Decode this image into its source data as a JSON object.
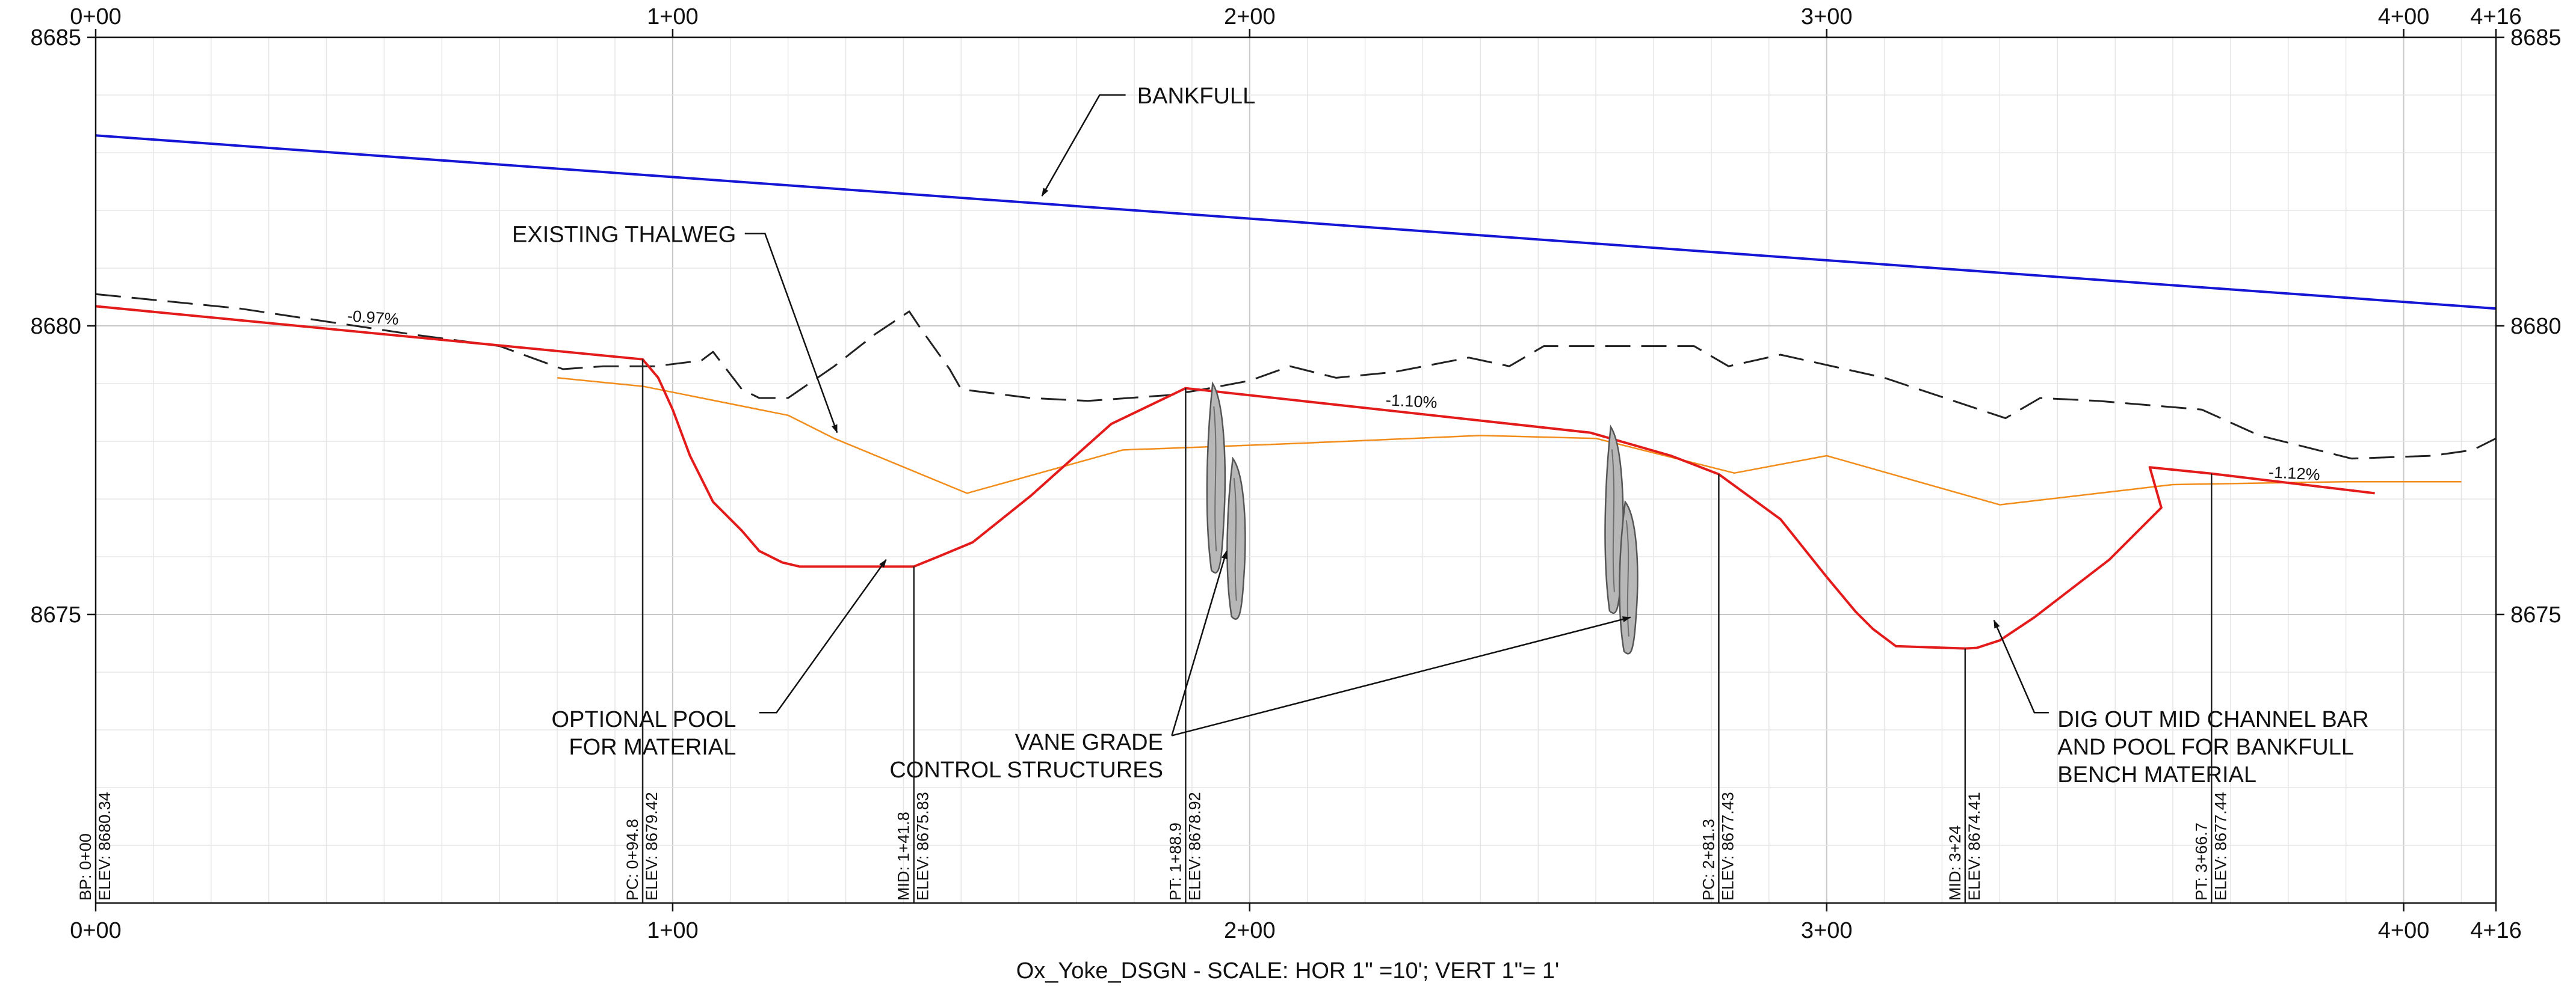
{
  "chart_data": {
    "type": "line",
    "title": "Ox_Yoke_DSGN - SCALE: HOR 1\" =10'; VERT 1\"= 1'",
    "xlabel": "",
    "ylabel": "",
    "xlim": [
      0,
      416
    ],
    "ylim": [
      8670,
      8685
    ],
    "grid": true,
    "x_ticks": [
      {
        "x": 0,
        "label": "0+00"
      },
      {
        "x": 100,
        "label": "1+00"
      },
      {
        "x": 200,
        "label": "2+00"
      },
      {
        "x": 300,
        "label": "3+00"
      },
      {
        "x": 400,
        "label": "4+00"
      },
      {
        "x": 416,
        "label": "4+16"
      }
    ],
    "y_ticks": [
      {
        "y": 8675,
        "label": "8675"
      },
      {
        "y": 8680,
        "label": "8680"
      },
      {
        "y": 8685,
        "label": "8685"
      }
    ],
    "series": [
      {
        "key": "bankfull",
        "color": "#1515d6",
        "dash": false,
        "points": [
          [
            0,
            8683.3
          ],
          [
            416,
            8680.3
          ]
        ]
      },
      {
        "key": "existing",
        "color": "#222222",
        "dash": true,
        "points": [
          [
            0,
            8680.55
          ],
          [
            25,
            8680.3
          ],
          [
            55,
            8679.85
          ],
          [
            70,
            8679.65
          ],
          [
            81,
            8679.25
          ],
          [
            88,
            8679.3
          ],
          [
            97,
            8679.3
          ],
          [
            105,
            8679.4
          ],
          [
            107,
            8679.55
          ],
          [
            112,
            8678.9
          ],
          [
            115,
            8678.75
          ],
          [
            120,
            8678.75
          ],
          [
            128,
            8679.3
          ],
          [
            135,
            8679.85
          ],
          [
            141,
            8680.25
          ],
          [
            143,
            8679.95
          ],
          [
            148,
            8679.25
          ],
          [
            150,
            8678.9
          ],
          [
            162,
            8678.75
          ],
          [
            172,
            8678.7
          ],
          [
            186,
            8678.8
          ],
          [
            192,
            8678.9
          ],
          [
            200,
            8679.05
          ],
          [
            207,
            8679.3
          ],
          [
            215,
            8679.1
          ],
          [
            225,
            8679.2
          ],
          [
            238,
            8679.45
          ],
          [
            245,
            8679.3
          ],
          [
            251,
            8679.65
          ],
          [
            263,
            8679.65
          ],
          [
            277,
            8679.65
          ],
          [
            283,
            8679.3
          ],
          [
            292,
            8679.5
          ],
          [
            310,
            8679.1
          ],
          [
            331,
            8678.4
          ],
          [
            337,
            8678.75
          ],
          [
            347,
            8678.7
          ],
          [
            365,
            8678.55
          ],
          [
            375,
            8678.1
          ],
          [
            391,
            8677.7
          ],
          [
            405,
            8677.75
          ],
          [
            412,
            8677.85
          ],
          [
            416,
            8678.05
          ]
        ]
      },
      {
        "key": "thalweg",
        "color": "#f28c1a",
        "dash": false,
        "points": [
          [
            80,
            8679.1
          ],
          [
            95,
            8678.95
          ],
          [
            120,
            8678.45
          ],
          [
            128,
            8678.05
          ],
          [
            151,
            8677.1
          ],
          [
            178,
            8677.85
          ],
          [
            205,
            8677.95
          ],
          [
            240,
            8678.1
          ],
          [
            260,
            8678.05
          ],
          [
            284,
            8677.45
          ],
          [
            300,
            8677.75
          ],
          [
            330,
            8676.9
          ],
          [
            360,
            8677.25
          ],
          [
            390,
            8677.3
          ],
          [
            410,
            8677.3
          ]
        ]
      },
      {
        "key": "design",
        "color": "#e31b1b",
        "dash": false,
        "points": [
          [
            0,
            8680.34
          ],
          [
            94.8,
            8679.42
          ],
          [
            97.5,
            8679.1
          ],
          [
            100,
            8678.55
          ],
          [
            103,
            8677.75
          ],
          [
            107,
            8676.95
          ],
          [
            112,
            8676.45
          ],
          [
            115,
            8676.1
          ],
          [
            119,
            8675.9
          ],
          [
            122,
            8675.83
          ],
          [
            141.8,
            8675.83
          ],
          [
            146,
            8676
          ],
          [
            152,
            8676.25
          ],
          [
            162,
            8677.05
          ],
          [
            176,
            8678.3
          ],
          [
            188.9,
            8678.92
          ],
          [
            259,
            8678.15
          ],
          [
            273,
            8677.75
          ],
          [
            281.3,
            8677.43
          ],
          [
            292,
            8676.65
          ],
          [
            300,
            8675.65
          ],
          [
            305,
            8675.05
          ],
          [
            308,
            8674.75
          ],
          [
            312,
            8674.45
          ],
          [
            324,
            8674.41
          ],
          [
            326,
            8674.42
          ],
          [
            330,
            8674.55
          ],
          [
            336,
            8674.95
          ],
          [
            349,
            8675.95
          ],
          [
            358,
            8676.85
          ],
          [
            356,
            8677.55
          ],
          [
            366.7,
            8677.44
          ],
          [
            395,
            8677.1
          ]
        ]
      }
    ],
    "stations": [
      {
        "x": 0,
        "top": 8670,
        "label1": "BP: 0+00",
        "label2": "ELEV: 8680.34"
      },
      {
        "x": 94.8,
        "top": 8679.42,
        "label1": "PC: 0+94.8",
        "label2": "ELEV: 8679.42"
      },
      {
        "x": 141.8,
        "top": 8675.83,
        "label1": "MID: 1+41.8",
        "label2": "ELEV: 8675.83"
      },
      {
        "x": 188.9,
        "top": 8678.92,
        "label1": "PT: 1+88.9",
        "label2": "ELEV: 8678.92"
      },
      {
        "x": 281.3,
        "top": 8677.43,
        "label1": "PC: 2+81.3",
        "label2": "ELEV: 8677.43"
      },
      {
        "x": 324,
        "top": 8674.41,
        "label1": "MID: 3+24",
        "label2": "ELEV: 8674.41"
      },
      {
        "x": 366.7,
        "top": 8677.44,
        "label1": "PT: 3+66.7",
        "label2": "ELEV: 8677.44"
      }
    ],
    "slopes": [
      {
        "x": 48,
        "y": 8680.05,
        "angle": 4,
        "label": "-0.97%"
      },
      {
        "x": 228,
        "y": 8678.6,
        "angle": 3,
        "label": "-1.10%"
      },
      {
        "x": 381,
        "y": 8677.35,
        "angle": 3,
        "label": "-1.12%"
      }
    ],
    "annotations": [
      {
        "key": "bankfull",
        "lines": [
          "BANKFULL"
        ],
        "tx": 180.5,
        "ty": 8684.0,
        "anchor": "start",
        "leader": [
          [
            178.5,
            8684.0
          ],
          [
            174,
            8684.0
          ],
          [
            164,
            8682.25
          ]
        ],
        "arrow": true
      },
      {
        "key": "thalweg",
        "lines": [
          "EXISTING THALWEG"
        ],
        "tx": 111,
        "ty": 8681.6,
        "anchor": "end",
        "leader": [
          [
            112.5,
            8681.6
          ],
          [
            116,
            8681.6
          ],
          [
            128.5,
            8678.15
          ]
        ],
        "arrow": true
      },
      {
        "key": "pool",
        "lines": [
          "OPTIONAL POOL",
          "FOR MATERIAL"
        ],
        "tx": 111,
        "ty": 8673.2,
        "anchor": "end",
        "leader": [
          [
            115,
            8673.3
          ],
          [
            118,
            8673.3
          ],
          [
            137,
            8675.95
          ]
        ],
        "arrow": true
      },
      {
        "key": "vane",
        "lines": [
          "VANE GRADE",
          "CONTROL STRUCTURES"
        ],
        "tx": 185,
        "ty": 8672.8,
        "anchor": "end",
        "leader": [
          [
            186.5,
            8672.9
          ],
          [
            196,
            8676.1
          ]
        ],
        "arrow": true
      },
      {
        "key": "vane2",
        "lines": [],
        "tx": 0,
        "ty": 0,
        "anchor": "start",
        "leader": [
          [
            186.5,
            8672.9
          ],
          [
            266,
            8674.95
          ]
        ],
        "arrow": true
      },
      {
        "key": "dig",
        "lines": [
          "DIG OUT MID CHANNEL BAR",
          "AND POOL FOR BANKFULL",
          "BENCH MATERIAL"
        ],
        "tx": 340,
        "ty": 8673.2,
        "anchor": "start",
        "leader": [
          [
            338.5,
            8673.3
          ],
          [
            336,
            8673.3
          ],
          [
            329,
            8674.9
          ]
        ],
        "arrow": true
      }
    ],
    "structures": [
      {
        "x": 194,
        "top": 8679.0,
        "bottom": 8675.7
      },
      {
        "x": 197.5,
        "top": 8677.7,
        "bottom": 8674.9
      },
      {
        "x": 263,
        "top": 8678.25,
        "bottom": 8675.0
      },
      {
        "x": 265.5,
        "top": 8676.95,
        "bottom": 8674.3
      }
    ]
  }
}
